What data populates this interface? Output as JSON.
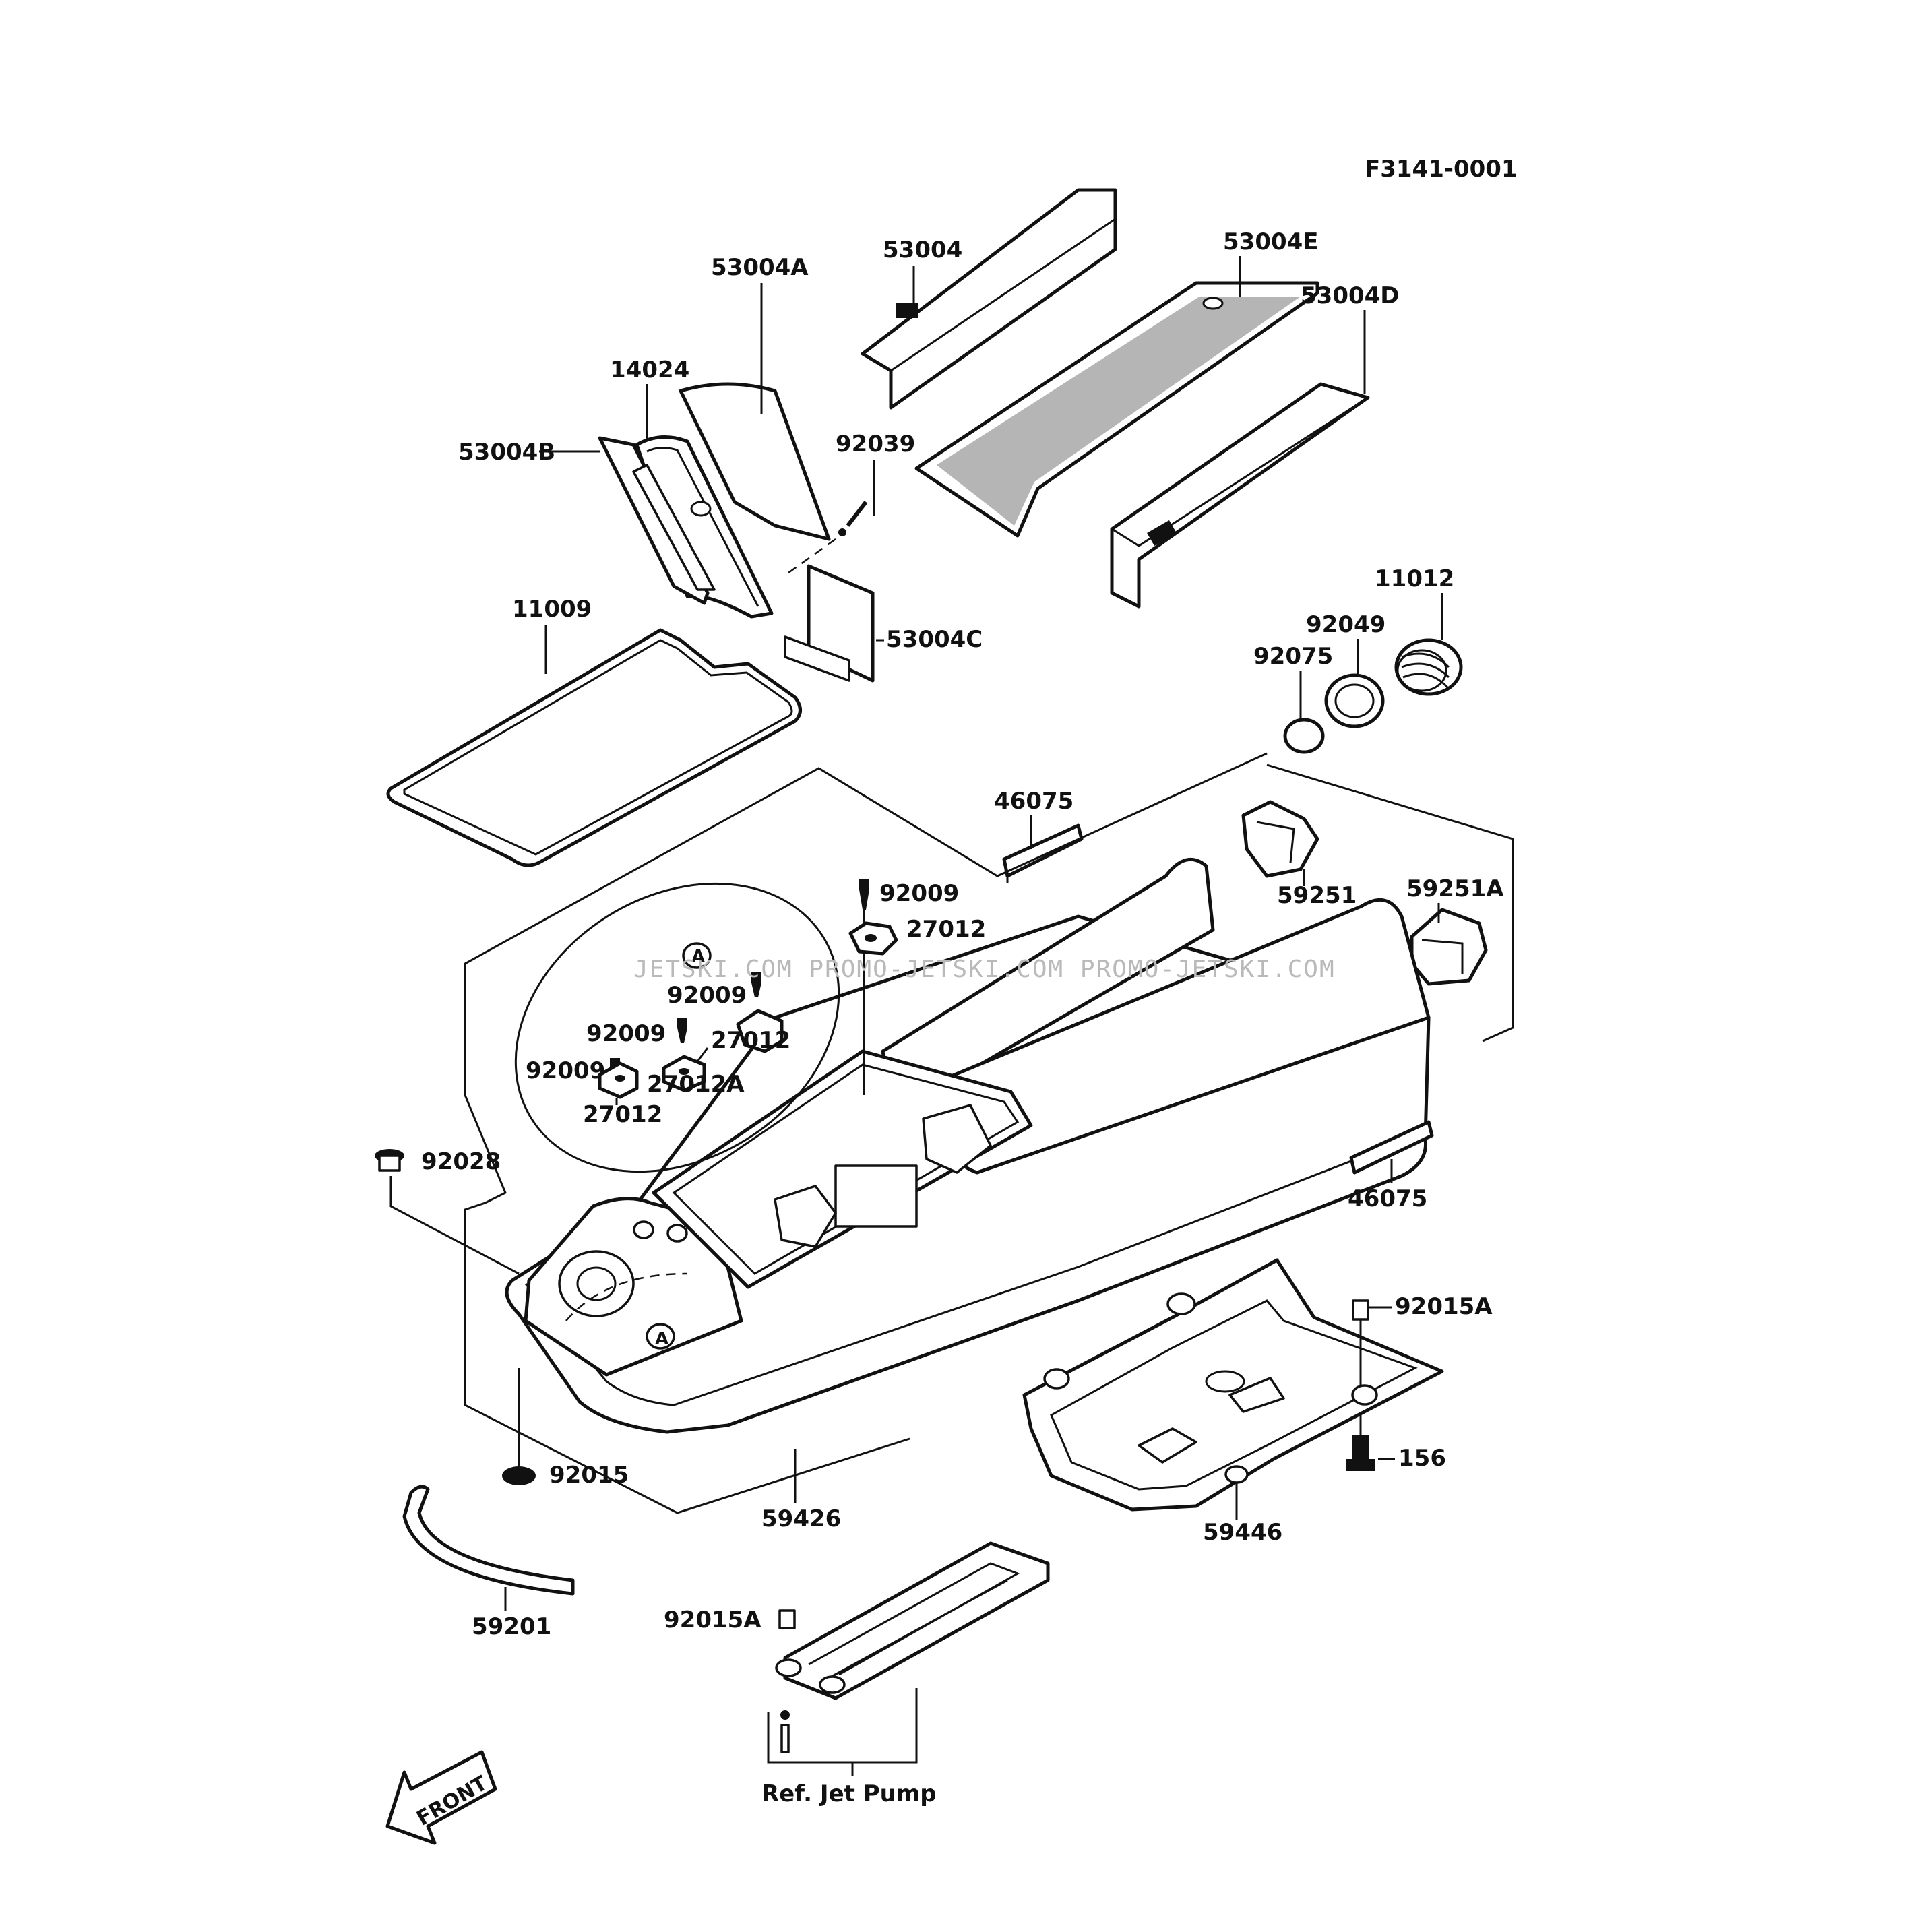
{
  "drawing_code": "F3141-0001",
  "watermark": "JETSKI.COM   PROMO-JETSKI.COM   PROMO-JETSKI.COM",
  "detail_marker": "A",
  "front_arrow_label": "FRONT",
  "labels": {
    "p53004": "53004",
    "p53004E": "53004E",
    "p53004D": "53004D",
    "p53004A": "53004A",
    "p14024": "14024",
    "p53004B": "53004B",
    "p92039": "92039",
    "p53004C": "53004C",
    "p11009": "11009",
    "p11012": "11012",
    "p92049": "92049",
    "p92075": "92075",
    "p46075_top": "46075",
    "p59251": "59251",
    "p59251A": "59251A",
    "p92009_main": "92009",
    "p27012_main": "27012",
    "p92009_a1": "92009",
    "p92009_a2": "92009",
    "p92009_a3": "92009",
    "p27012_a1": "27012",
    "p27012A": "27012A",
    "p27012_a2": "27012",
    "p92028": "92028",
    "p46075_bottom": "46075",
    "p92015A_right": "92015A",
    "p156": "156",
    "p59446": "59446",
    "p92015": "92015",
    "p59426": "59426",
    "p59201": "59201",
    "p92015A_left": "92015A",
    "ref_jet_pump": "Ref. Jet Pump"
  }
}
